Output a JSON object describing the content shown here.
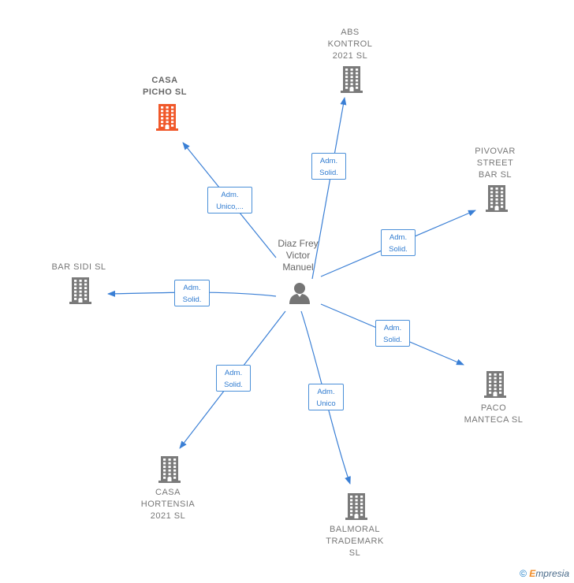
{
  "person": {
    "name": "Diaz Frey\nVictor\nManuel",
    "icon": "person-icon"
  },
  "companies": [
    {
      "id": "casa-picho",
      "name": "CASA\nPICHO  SL",
      "highlight": true,
      "icon": "building-icon"
    },
    {
      "id": "abs-kontrol",
      "name": "ABS\nKONTROL\n2021  SL",
      "highlight": false,
      "icon": "building-icon"
    },
    {
      "id": "pivovar",
      "name": "PIVOVAR\nSTREET\nBAR  SL",
      "highlight": false,
      "icon": "building-icon"
    },
    {
      "id": "bar-sidi",
      "name": "BAR SIDI  SL",
      "highlight": false,
      "icon": "building-icon"
    },
    {
      "id": "paco-manteca",
      "name": "PACO\nMANTECA  SL",
      "highlight": false,
      "icon": "building-icon"
    },
    {
      "id": "casa-hortensia",
      "name": "CASA\nHORTENSIA\n2021  SL",
      "highlight": false,
      "icon": "building-icon"
    },
    {
      "id": "balmoral",
      "name": "BALMORAL\nTRADEMARK\nSL",
      "highlight": false,
      "icon": "building-icon"
    }
  ],
  "edges": [
    {
      "to": "casa-picho",
      "label": "Adm.\nUnico,..."
    },
    {
      "to": "abs-kontrol",
      "label": "Adm.\nSolid."
    },
    {
      "to": "pivovar",
      "label": "Adm.\nSolid."
    },
    {
      "to": "bar-sidi",
      "label": "Adm.\nSolid."
    },
    {
      "to": "paco-manteca",
      "label": "Adm.\nSolid."
    },
    {
      "to": "casa-hortensia",
      "label": "Adm.\nSolid."
    },
    {
      "to": "balmoral",
      "label": "Adm.\nUnico"
    }
  ],
  "colors": {
    "edge": "#3a7fd5",
    "building": "#7a7a7a",
    "highlight": "#f0582a",
    "person": "#757575"
  },
  "footer": {
    "copyright": "©",
    "brand_first": "E",
    "brand_rest": "mpresia"
  }
}
